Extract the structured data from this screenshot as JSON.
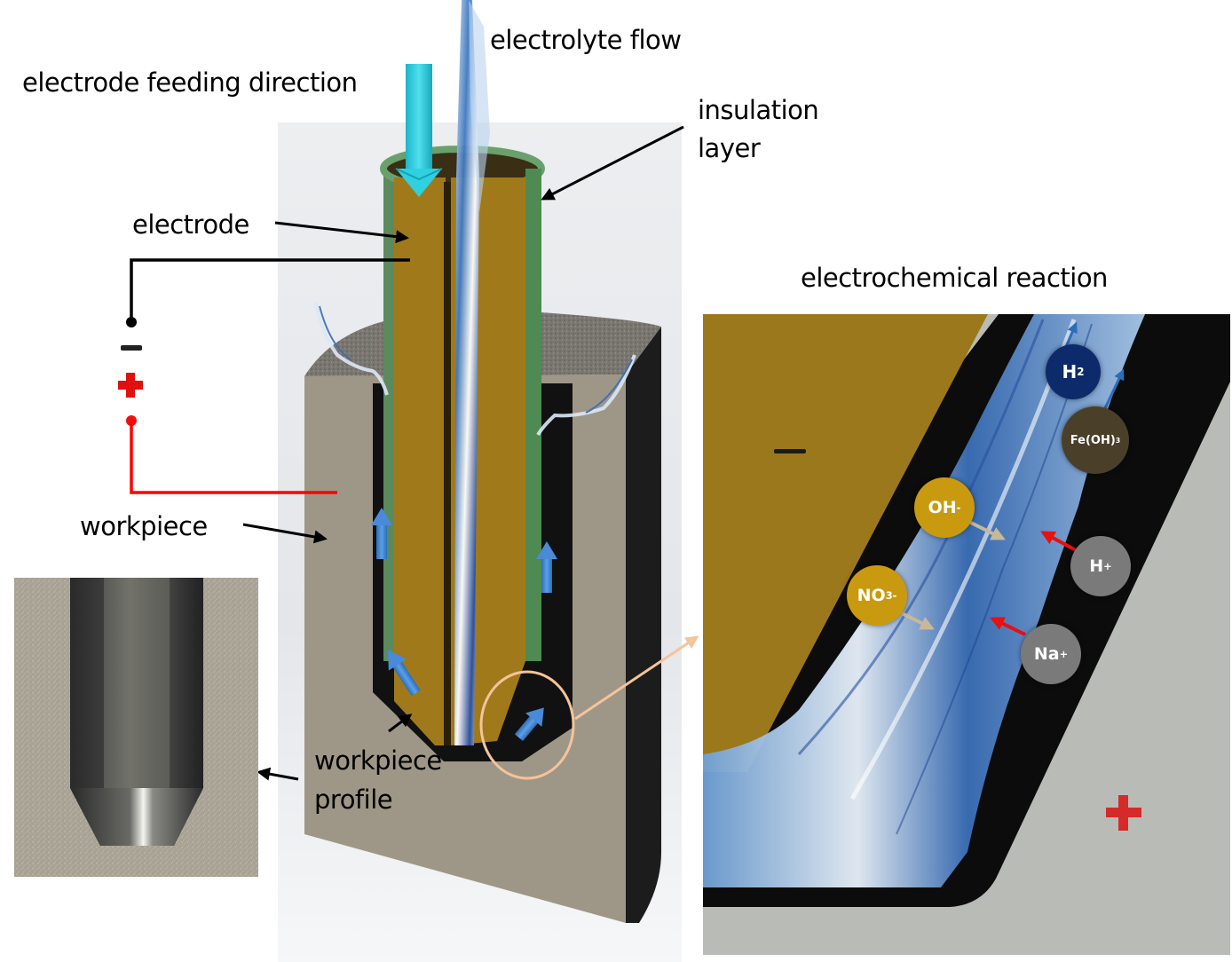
{
  "labels": {
    "electrode_feeding_direction": "electrode feeding direction",
    "electrolyte_flow": "electrolyte flow",
    "insulation_layer_line1": "insulation",
    "insulation_layer_line2": "layer",
    "electrode": "electrode",
    "workpiece": "workpiece",
    "workpiece_profile_line1": "workpiece",
    "workpiece_profile_line2": "profile",
    "electrochemical_reaction": "electrochemical reaction"
  },
  "power_source": {
    "negative_symbol": "−",
    "positive_symbol": "+"
  },
  "reaction_panel": {
    "cathode_symbol": "−",
    "anode_symbol": "+",
    "ions": [
      {
        "id": "h2",
        "base": "H",
        "sub": "2",
        "sup": "",
        "color": "#0d2a6b"
      },
      {
        "id": "feoh3",
        "base": "Fe(OH)",
        "sub": "3",
        "sup": "",
        "color": "#4a402a"
      },
      {
        "id": "oh",
        "base": "OH",
        "sub": "",
        "sup": "-",
        "color": "#c99a10"
      },
      {
        "id": "no3",
        "base": "NO",
        "sub": "3",
        "sup": "-",
        "color": "#c99a10"
      },
      {
        "id": "h_plus",
        "base": "H",
        "sub": "",
        "sup": "+",
        "color": "#7a7a7a"
      },
      {
        "id": "na_plus",
        "base": "Na",
        "sub": "",
        "sup": "+",
        "color": "#7a7a7a"
      }
    ]
  },
  "colors": {
    "electrode": "#a07a1a",
    "insulation": "#5b8a5e",
    "workpiece": "#9e9787",
    "feed_arrow": "#26c6da",
    "flow_arrow": "#3f7fc8",
    "negative_wire": "#000000",
    "positive_wire": "#ff0000",
    "zoom_circle": "#f4c49a"
  }
}
